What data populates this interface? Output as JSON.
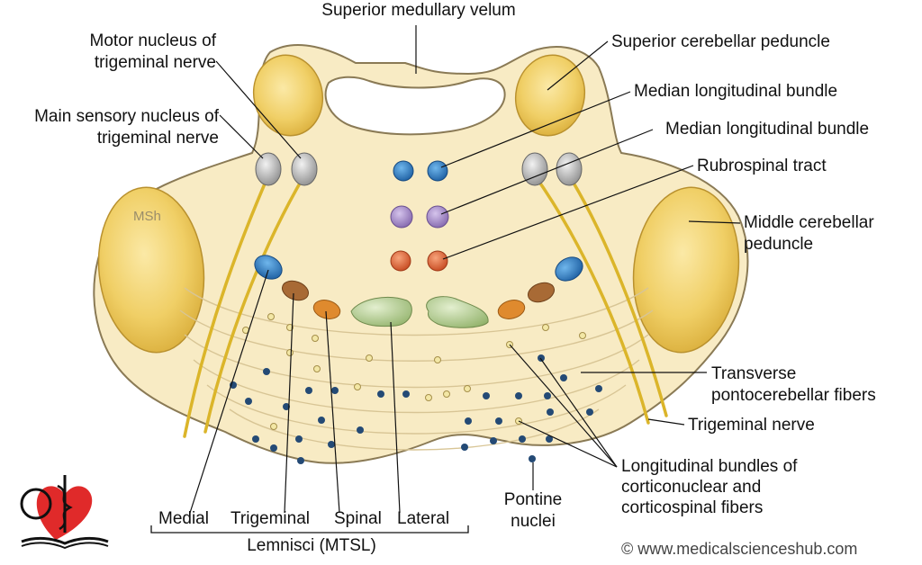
{
  "labels": {
    "superior_medullary_velum": "Superior medullary velum",
    "motor_nucleus_l1": "Motor nucleus of",
    "motor_nucleus_l2": "trigeminal nerve",
    "main_sensory_l1": "Main sensory nucleus of",
    "main_sensory_l2": "trigeminal nerve",
    "msh": "MSh",
    "superior_cerebellar_peduncle": "Superior cerebellar peduncle",
    "median_longitudinal_bundle_1": "Median longitudinal bundle",
    "median_longitudinal_bundle_2": "Median longitudinal bundle",
    "rubrospinal_tract": "Rubrospinal tract",
    "middle_cerebellar_l1": "Middle cerebellar",
    "middle_cerebellar_l2": "peduncle",
    "transverse_l1": "Transverse",
    "transverse_l2": "pontocerebellar fibers",
    "trigeminal_nerve": "Trigeminal nerve",
    "longitudinal_l1": "Longitudinal bundles of",
    "longitudinal_l2": "corticonuclear and",
    "longitudinal_l3": "corticospinal fibers",
    "pontine_l1": "Pontine",
    "pontine_l2": "nuclei",
    "lemnisci_medial": "Medial",
    "lemnisci_trigeminal": "Trigeminal",
    "lemnisci_spinal": "Spinal",
    "lemnisci_lateral": "Lateral",
    "lemnisci_group": "Lemnisci (MTSL)"
  },
  "credit": "© www.medicalscienceshub.com",
  "colors": {
    "tissue": "#f8ebc4",
    "tissue_outline": "#8a7a55",
    "peduncle": "#f0cf66",
    "nerve": "#e2bf2e",
    "trigeminal_nucleus": "#b8b8b8",
    "median_bundle": "#2b7fc6",
    "median_bundle_2": "#9b7fc0",
    "rubrospinal": "#e2643b",
    "medial_lemniscus": "#2e66b8",
    "trigeminal_lemniscus": "#a86a35",
    "spinal_lemniscus": "#df8a2e",
    "lateral_lemniscus": "#a9c48a",
    "pontine_nucleus": "#244a75",
    "corticospinal_dot": "#f3e7a5",
    "logo_heart": "#e02a2a"
  },
  "icons": [
    "caduceus-heart-logo"
  ]
}
